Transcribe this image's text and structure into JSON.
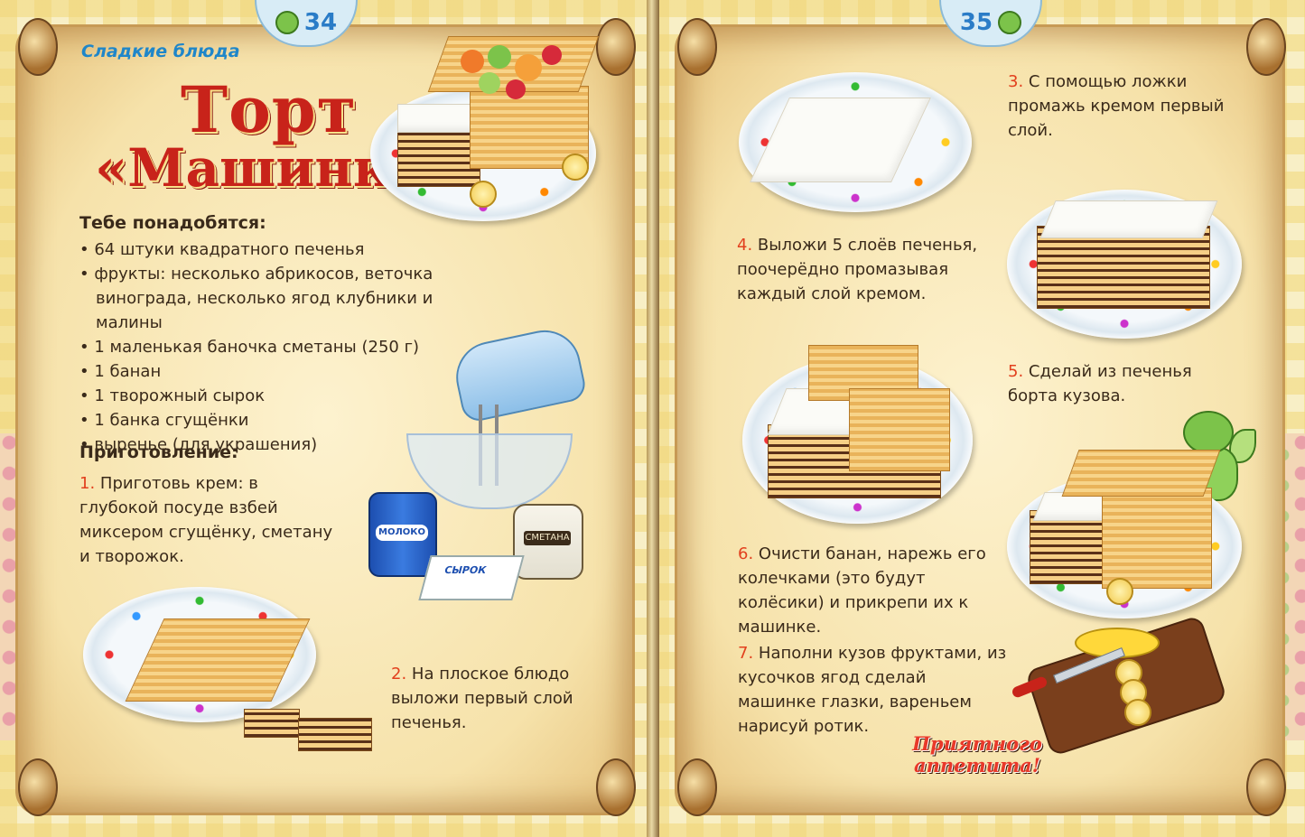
{
  "left_page": {
    "page_number": "34",
    "section_label": "Сладкие блюда",
    "title_line1": "Торт",
    "title_line2": "«Машинка»",
    "ingredients_heading": "Тебе понадобятся:",
    "ingredients": [
      "64 штуки квадратного печенья",
      "фрукты: несколько абрикосов, веточка винограда, несколько ягод клубники и малины",
      "1 маленькая баночка сметаны (250 г)",
      "1 банан",
      "1 творожный сырок",
      "1 банка сгущёнки",
      "выренье (для украшения)"
    ],
    "preparation_heading": "Приготовление:",
    "steps": [
      {
        "num": "1.",
        "text": "Приготовь крем: в глубокой посуде взбей миксером сгущёнку, сметану и творожок."
      },
      {
        "num": "2.",
        "text": "На плоское блюдо выложи первый слой печенья."
      }
    ],
    "product_labels": {
      "milk": "МОЛОКО",
      "sour_cream": "СМЕТАНА",
      "cheese": "СЫРОК"
    }
  },
  "right_page": {
    "page_number": "35",
    "steps": [
      {
        "num": "3.",
        "text": "С помощью ложки промажь кремом первый слой."
      },
      {
        "num": "4.",
        "text": "Выложи 5 слоёв печенья, поочерёдно промазывая каждый слой кремом."
      },
      {
        "num": "5.",
        "text": "Сделай из печенья борта кузова."
      },
      {
        "num": "6.",
        "text": "Очисти банан, нарежь его колечками (это будут колёсики) и прикрепи их к машинке."
      },
      {
        "num": "7.",
        "text": "Наполни кузов фруктами, из кусочков ягод сделай машинке глазки, вареньем нарисуй ротик."
      }
    ],
    "closing_line1": "Приятного",
    "closing_line2": "аппетита!"
  },
  "colors": {
    "title_red": "#c8231a",
    "step_number": "#e2401e",
    "section_blue": "#1f86c9",
    "page_number_blue": "#2a7cc7"
  }
}
